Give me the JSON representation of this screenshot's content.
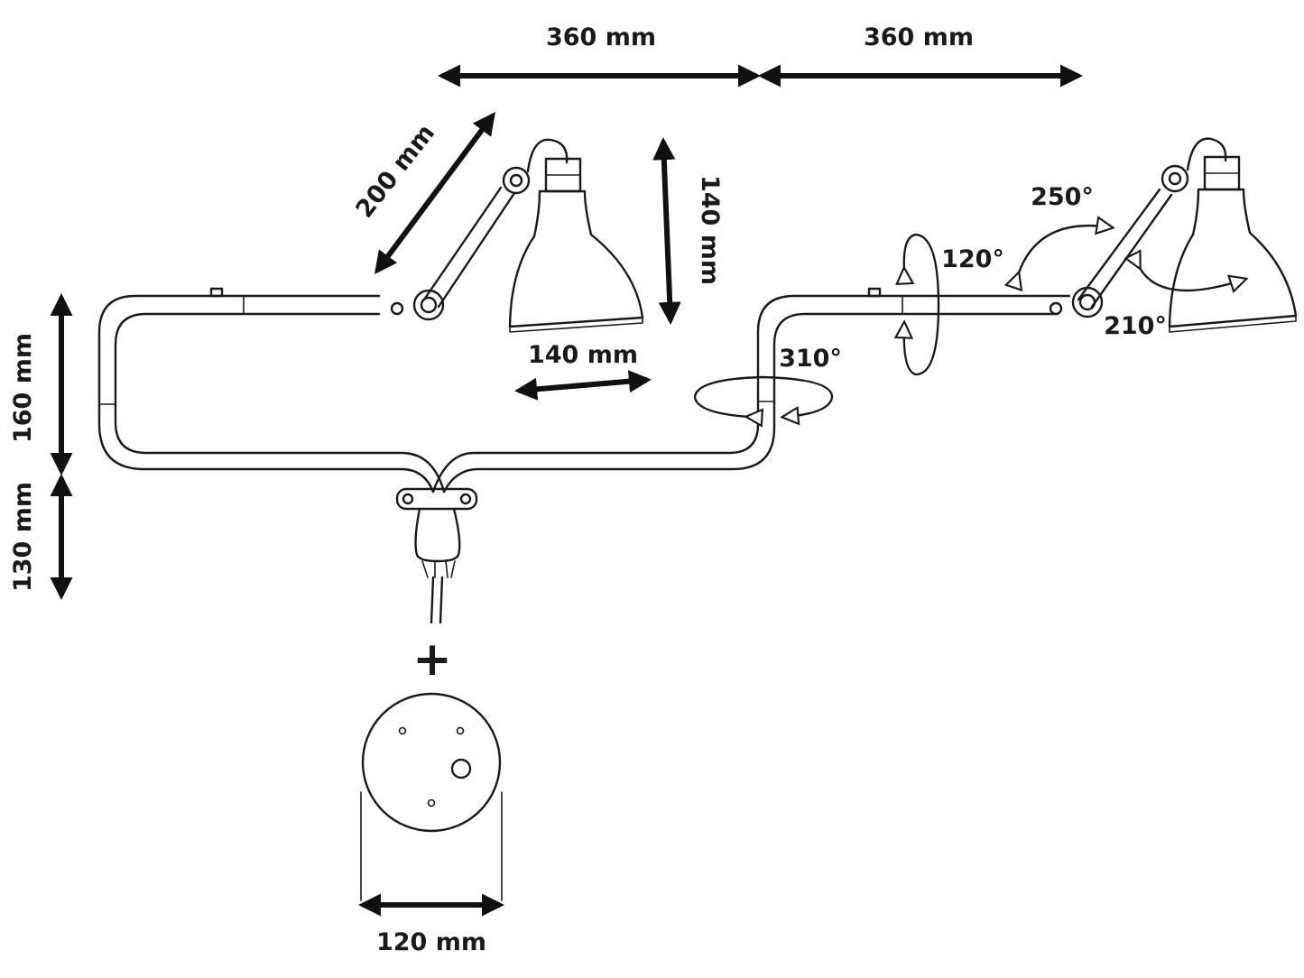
{
  "dimensions": {
    "arm_left_width": "360 mm",
    "arm_right_width": "360 mm",
    "upper_arm_length": "200 mm",
    "shade_height": "140 mm",
    "shade_diameter": "140 mm",
    "arm_height": "160 mm",
    "base_height": "130 mm",
    "plate_diameter": "120 mm"
  },
  "rotations": {
    "shade_swing": "250°",
    "head_tilt": "120°",
    "shade_rotate": "210°",
    "arm_rotate": "310°"
  },
  "plus_sign": "+"
}
